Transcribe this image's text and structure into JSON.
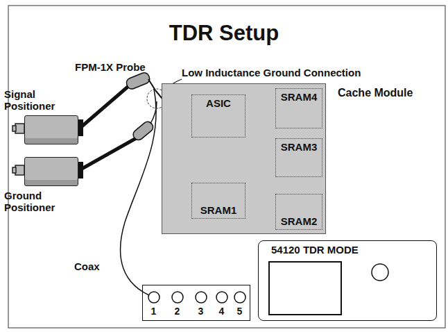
{
  "diagram": {
    "title": "TDR Setup",
    "nodes": [
      {
        "text": [
          "Cache Module"
        ]
      },
      {
        "text": [
          "ASIC"
        ],
        "in": 0
      },
      {
        "text": [
          "SRAM4"
        ],
        "in": 0
      },
      {
        "text": [
          "SRAM3"
        ],
        "in": 0
      },
      {
        "text": [
          "SRAM1"
        ],
        "in": 0
      },
      {
        "text": [
          "SRAM2"
        ],
        "in": 0
      },
      {
        "text": [
          "Signal Positioner"
        ]
      },
      {
        "text": [
          "Ground Positioner"
        ]
      },
      {
        "text": [
          "1",
          "2",
          "3",
          "4",
          "5"
        ]
      },
      {
        "text": [
          "54120 TDR MODE"
        ]
      }
    ],
    "labels": [
      "FPM-1X Probe",
      "Low Inductance Ground Connection",
      "Coax"
    ]
  }
}
